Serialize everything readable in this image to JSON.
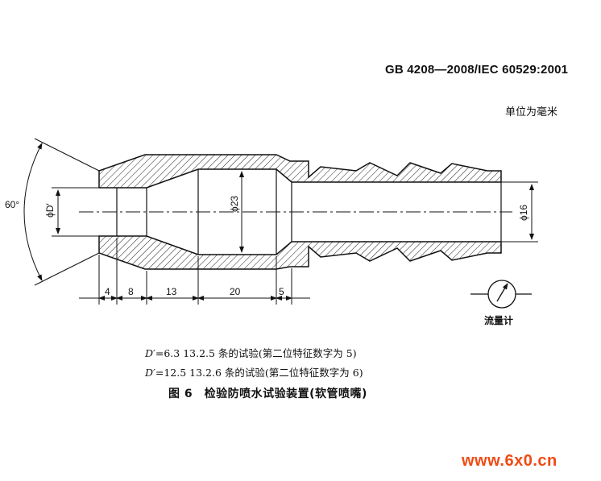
{
  "header": {
    "standard": "GB 4208—2008/IEC 60529:2001"
  },
  "unit_label": "单位为毫米",
  "drawing": {
    "angle_label": "60°",
    "diameter_inlet": "ϕD′",
    "diameter_bore": "ϕ23",
    "diameter_outlet": "ϕ16",
    "dimensions": [
      "4",
      "8",
      "13",
      "20",
      "5"
    ],
    "flowmeter_label": "流量计"
  },
  "notes": [
    {
      "symbol": "D′",
      "text": "=6.3 13.2.5 条的试验(第二位特征数字为 5)"
    },
    {
      "symbol": "D′",
      "text": "=12.5 13.2.6 条的试验(第二位特征数字为 6)"
    }
  ],
  "caption": "图 6　检验防喷水试验装置(软管喷嘴)",
  "watermark": "www.6x0.cn"
}
